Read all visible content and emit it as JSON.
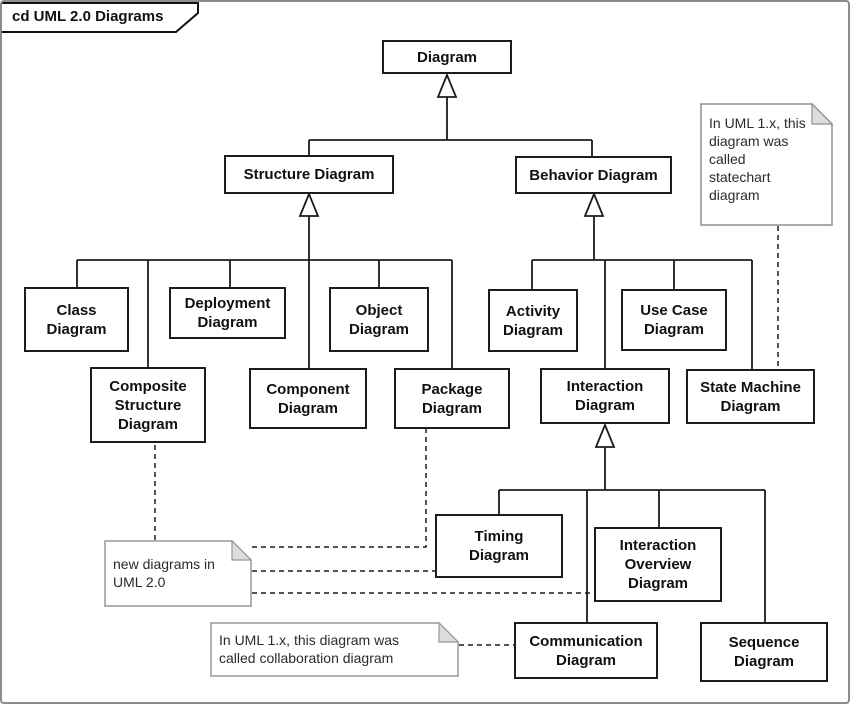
{
  "frame": {
    "title": "cd UML 2.0 Diagrams"
  },
  "nodes": {
    "diagram": "Diagram",
    "structure": "Structure Diagram",
    "behavior": "Behavior Diagram",
    "class": "Class\nDiagram",
    "deployment": "Deployment\nDiagram",
    "object": "Object\nDiagram",
    "activity": "Activity\nDiagram",
    "use_case": "Use Case\nDiagram",
    "composite_structure": "Composite\nStructure\nDiagram",
    "component": "Component\nDiagram",
    "package": "Package\nDiagram",
    "interaction": "Interaction\nDiagram",
    "state_machine": "State Machine\nDiagram",
    "timing": "Timing\nDiagram",
    "interaction_overview": "Interaction\nOverview\nDiagram",
    "communication": "Communication\nDiagram",
    "sequence": "Sequence\nDiagram"
  },
  "notes": {
    "statechart": "In UML 1.x, this\ndiagram was\ncalled\nstatechart\ndiagram",
    "new_diagrams": "new diagrams in\nUML 2.0",
    "collaboration": "In UML 1.x, this diagram was\ncalled collaboration diagram"
  },
  "relations": [
    {
      "type": "generalization",
      "parent": "diagram",
      "children": [
        "structure",
        "behavior"
      ]
    },
    {
      "type": "generalization",
      "parent": "structure",
      "children": [
        "class",
        "deployment",
        "object",
        "composite_structure",
        "component",
        "package"
      ]
    },
    {
      "type": "generalization",
      "parent": "behavior",
      "children": [
        "activity",
        "use_case",
        "interaction",
        "state_machine"
      ]
    },
    {
      "type": "generalization",
      "parent": "interaction",
      "children": [
        "timing",
        "interaction_overview",
        "communication",
        "sequence"
      ]
    },
    {
      "type": "note-attachment",
      "note": "statechart",
      "target": "state_machine"
    },
    {
      "type": "note-attachment",
      "note": "new_diagrams",
      "target": "composite_structure"
    },
    {
      "type": "note-attachment",
      "note": "new_diagrams",
      "target": "package"
    },
    {
      "type": "note-attachment",
      "note": "new_diagrams",
      "target": "timing"
    },
    {
      "type": "note-attachment",
      "note": "new_diagrams",
      "target": "interaction_overview"
    },
    {
      "type": "note-attachment",
      "note": "collaboration",
      "target": "communication"
    }
  ],
  "colors": {
    "box_border": "#1c1c1c",
    "note_border": "#999999",
    "note_fold": "#dddddd",
    "frame_border": "#8c8c8c",
    "line": "#1c1c1c"
  }
}
